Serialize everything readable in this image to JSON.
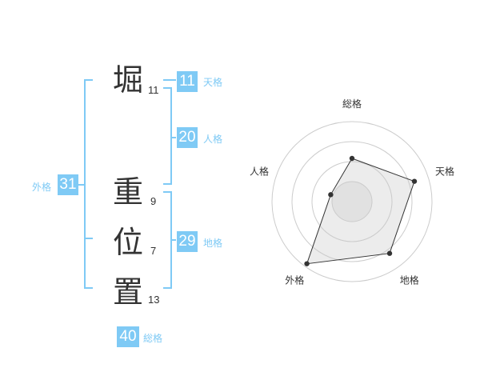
{
  "name_chars": [
    {
      "char": "堀",
      "strokes": "11"
    },
    {
      "char": "重",
      "strokes": "9"
    },
    {
      "char": "位",
      "strokes": "7"
    },
    {
      "char": "置",
      "strokes": "13"
    }
  ],
  "kaku": {
    "tenkaku": {
      "value": "11",
      "label": "天格"
    },
    "jinkaku": {
      "value": "20",
      "label": "人格"
    },
    "chikaku": {
      "value": "29",
      "label": "地格"
    },
    "gaikaku": {
      "value": "31",
      "label": "外格"
    },
    "soukaku": {
      "value": "40",
      "label": "総格"
    }
  },
  "colors": {
    "accent": "#7fcaf5",
    "text": "#333333",
    "grid": "#cccccc",
    "fill": "#eeeeee"
  },
  "chart_data": {
    "type": "radar",
    "axes": [
      "総格",
      "天格",
      "地格",
      "外格",
      "人格"
    ],
    "values": [
      2.7,
      4.1,
      4.0,
      4.8,
      1.4
    ],
    "rmax": 5,
    "rings": 4
  }
}
